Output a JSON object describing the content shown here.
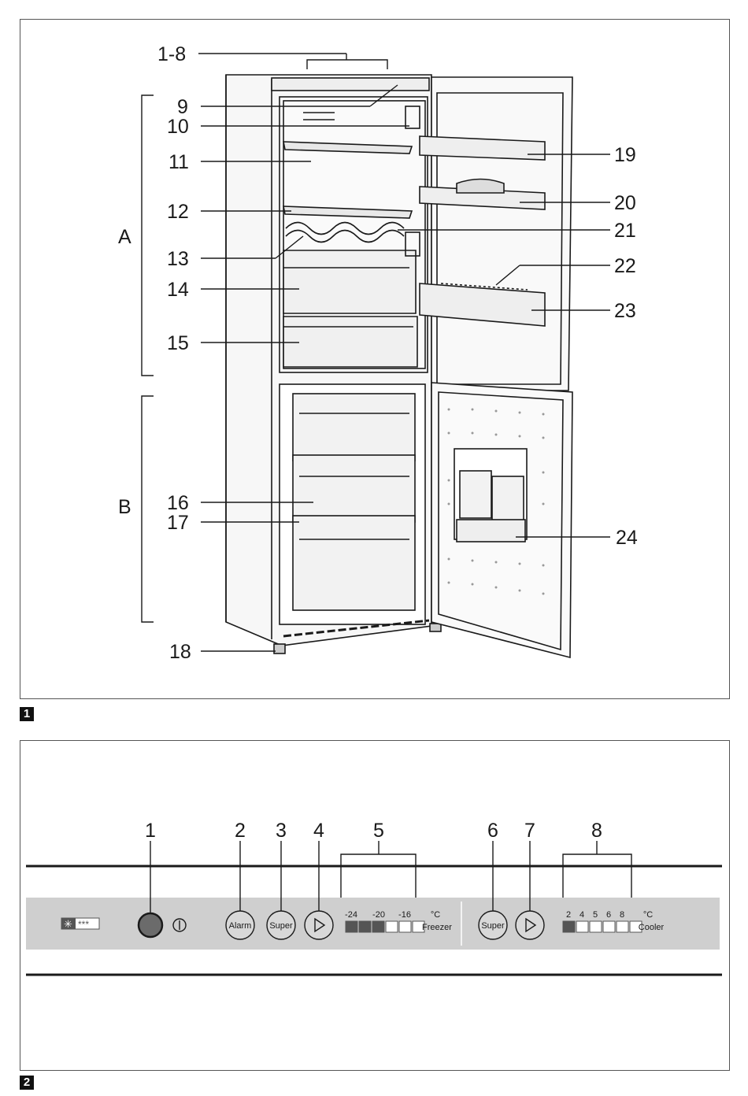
{
  "figure1": {
    "badge": "1",
    "callouts": {
      "c1_8": "1-8",
      "c9": "9",
      "c10": "10",
      "c11": "11",
      "c12": "12",
      "c13": "13",
      "c14": "14",
      "c15": "15",
      "c16": "16",
      "c17": "17",
      "c18": "18",
      "c19": "19",
      "c20": "20",
      "c21": "21",
      "c22": "22",
      "c23": "23",
      "c24": "24"
    },
    "sections": {
      "a": "A",
      "b": "B"
    }
  },
  "figure2": {
    "badge": "2",
    "callouts": [
      "1",
      "2",
      "3",
      "4",
      "5",
      "6",
      "7",
      "8"
    ],
    "alarm_label": "Alarm",
    "super_label": "Super",
    "freezer": {
      "ticks": [
        "-24",
        "-20",
        "-16"
      ],
      "unit": "°C",
      "name": "Freezer",
      "segments_on": 3,
      "segments_total": 6
    },
    "cooler": {
      "ticks": [
        "2",
        "4",
        "5",
        "6",
        "8"
      ],
      "unit": "°C",
      "name": "Cooler",
      "segments_on": 1,
      "segments_total": 6
    },
    "star_label": "***"
  },
  "colors": {
    "panel": "#cfcfcf",
    "ink": "#1a1a1a",
    "segment_on": "#555555"
  }
}
